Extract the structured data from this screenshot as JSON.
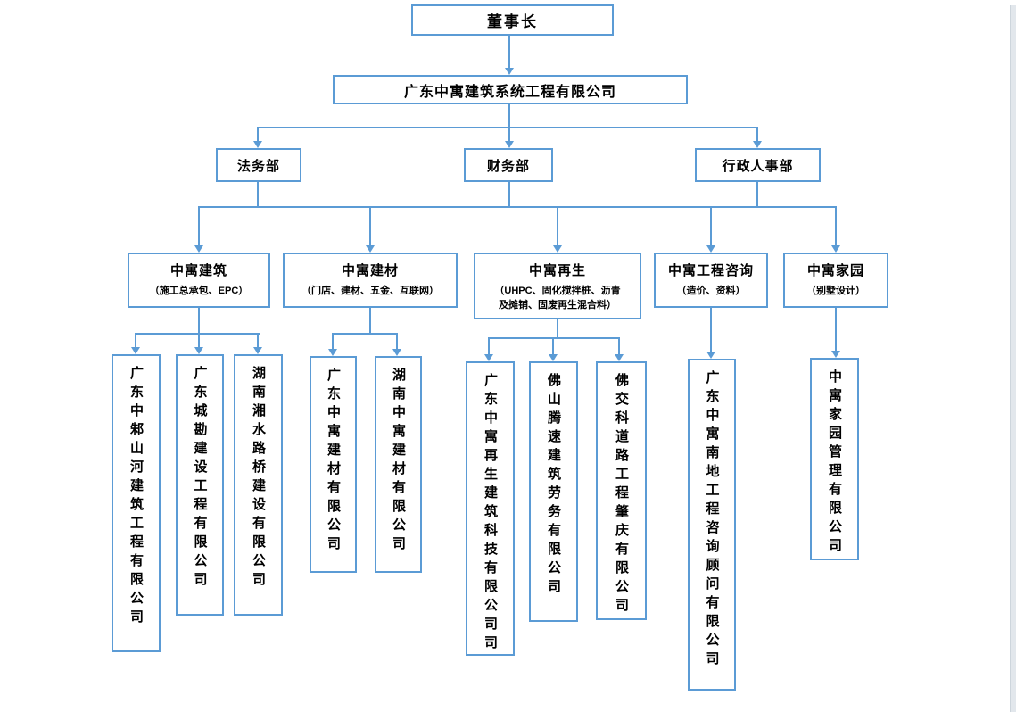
{
  "colors": {
    "accent": "#5b9bd5",
    "text": "#000000",
    "scrollbar_track": "#e2e7ec"
  },
  "org": {
    "chairman": "董事长",
    "company": "广东中寓建筑系统工程有限公司",
    "departments": [
      {
        "label": "法务部"
      },
      {
        "label": "财务部"
      },
      {
        "label": "行政人事部"
      }
    ],
    "divisions": [
      {
        "title": "中寓建筑",
        "subtitle": "（施工总承包、EPC）"
      },
      {
        "title": "中寓建材",
        "subtitle": "（门店、建材、五金、互联网）"
      },
      {
        "title": "中寓再生",
        "subtitle": "（UHPC、固化搅拌桩、沥青",
        "subtitle2": "及摊铺、固废再生混合料）"
      },
      {
        "title": "中寓工程咨询",
        "subtitle": "（造价、资料）"
      },
      {
        "title": "中寓家园",
        "subtitle": "（别墅设计）"
      }
    ],
    "companies": [
      {
        "name": "广东中邾山河建筑工程有限公司"
      },
      {
        "name": "广东城勘建设工程有限公司"
      },
      {
        "name": "湖南湘水路桥建设有限公司"
      },
      {
        "name": "广东中寓建材有限公司"
      },
      {
        "name": "湖南中寓建材有限公司"
      },
      {
        "name": "广东中寓再生建筑科技有限公司司"
      },
      {
        "name": "佛山腾速建筑劳务有限公司"
      },
      {
        "name": "佛交科道路工程肇庆有限公司"
      },
      {
        "name": "广东中寓南地工程咨询顾问有限公司"
      },
      {
        "name": "中寓家园管理有限公司"
      }
    ]
  }
}
